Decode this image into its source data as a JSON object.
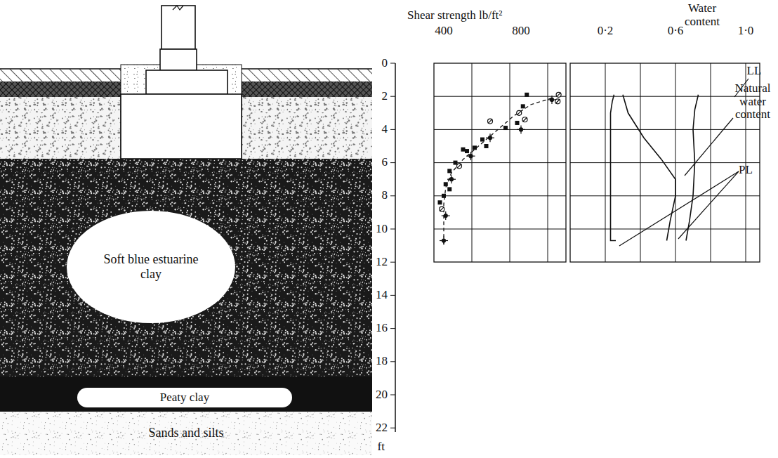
{
  "diagram": {
    "nodes": [
      {
        "text": [
          "Soft blue estuarine clay"
        ]
      },
      {
        "text": [
          "Peaty clay"
        ]
      },
      {
        "text": [
          "Sands and silts"
        ]
      }
    ],
    "labels": [
      "Shear strength lb/ft²",
      "Water content",
      "400",
      "800",
      "0·2",
      "0·6",
      "1·0",
      "0",
      "2",
      "4",
      "6",
      "8",
      "10",
      "12",
      "14",
      "16",
      "18",
      "20",
      "22",
      "ft",
      "LL",
      "Natural water content",
      "PL"
    ]
  }
}
